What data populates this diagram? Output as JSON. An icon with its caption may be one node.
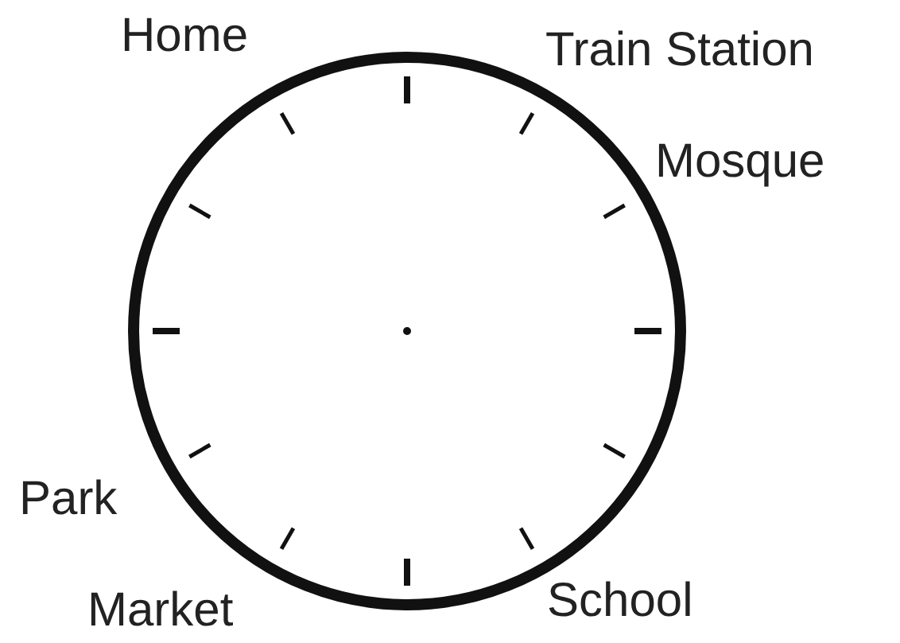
{
  "diagram": {
    "labels": [
      "Home",
      "Train Station",
      "Mosque",
      "Park",
      "Market",
      "School"
    ]
  }
}
